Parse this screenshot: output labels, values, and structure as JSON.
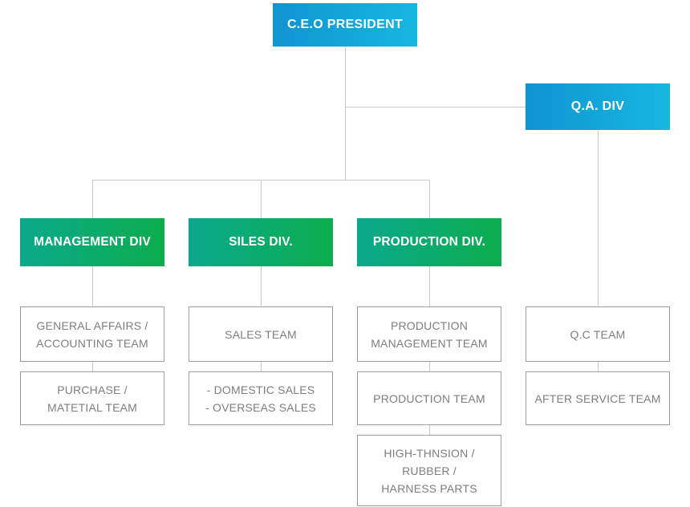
{
  "diagram": {
    "type": "org-chart",
    "root": {
      "label": "C.E.O PRESIDENT"
    },
    "qa_branch": {
      "label": "Q.A. DIV",
      "teams": [
        {
          "label": "Q.C TEAM"
        },
        {
          "label": "AFTER SERVICE TEAM"
        }
      ]
    },
    "divisions": [
      {
        "label": "MANAGEMENT DIV",
        "teams": [
          {
            "label": "GENERAL AFFAIRS /\nACCOUNTING TEAM"
          },
          {
            "label": "PURCHASE /\nMATETIAL TEAM"
          }
        ]
      },
      {
        "label": "SILES DIV.",
        "teams": [
          {
            "label": "SALES TEAM"
          },
          {
            "label": "- DOMESTIC SALES\n- OVERSEAS SALES"
          }
        ]
      },
      {
        "label": "PRODUCTION DIV.",
        "teams": [
          {
            "label": "PRODUCTION\nMANAGEMENT TEAM"
          },
          {
            "label": "PRODUCTION TEAM"
          },
          {
            "label": "HIGH-THNSION /\nRUBBER /\nHARNESS PARTS"
          }
        ]
      }
    ]
  },
  "colors": {
    "blue_gradient_start": "#0f94d2",
    "blue_gradient_end": "#17b7e0",
    "green_gradient_start": "#0aa98c",
    "green_gradient_end": "#0cad4d",
    "connector_line": "#c9c9c9",
    "team_border": "#9e9e9e",
    "team_text": "#7e7e7e",
    "node_text": "#ffffff",
    "background": "#ffffff"
  }
}
